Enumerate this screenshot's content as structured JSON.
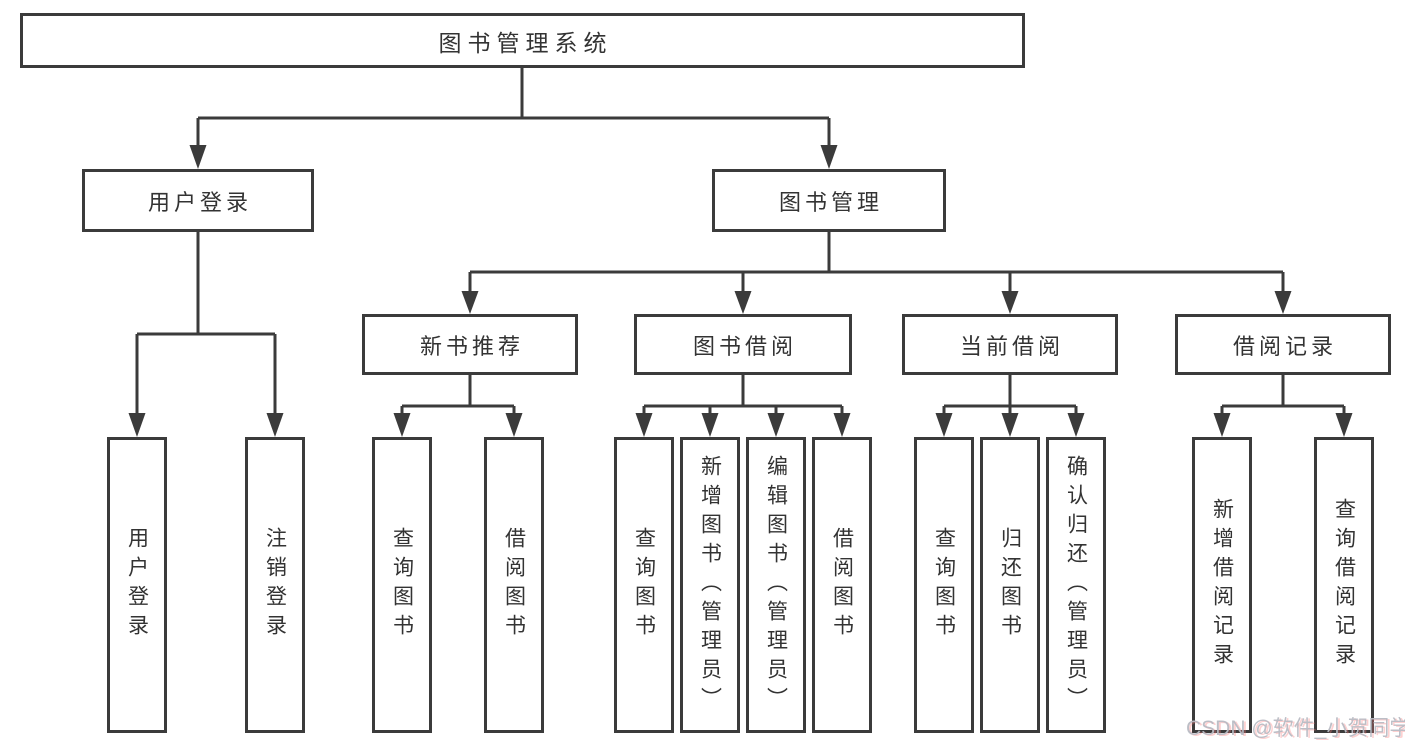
{
  "diagram": {
    "tree": {
      "label": "图书管理系统",
      "children": [
        {
          "label": "用户登录",
          "children": [
            {
              "label": "用户登录"
            },
            {
              "label": "注销登录"
            }
          ]
        },
        {
          "label": "图书管理",
          "children": [
            {
              "label": "新书推荐",
              "children": [
                {
                  "label": "查询图书"
                },
                {
                  "label": "借阅图书"
                }
              ]
            },
            {
              "label": "图书借阅",
              "children": [
                {
                  "label": "查询图书"
                },
                {
                  "label": "新增图书（管理员）"
                },
                {
                  "label": "编辑图书（管理员）"
                },
                {
                  "label": "借阅图书"
                }
              ]
            },
            {
              "label": "当前借阅",
              "children": [
                {
                  "label": "查询图书"
                },
                {
                  "label": "归还图书"
                },
                {
                  "label": "确认归还（管理员）"
                }
              ]
            },
            {
              "label": "借阅记录",
              "children": [
                {
                  "label": "新增借阅记录"
                },
                {
                  "label": "查询借阅记录"
                }
              ]
            }
          ]
        }
      ]
    },
    "colors": {
      "line": "#3b3b3b",
      "text": "#333333",
      "background": "#ffffff",
      "watermark": "#b8bbc3"
    }
  },
  "watermark": {
    "text": "CSDN @软件_小贺同学"
  }
}
